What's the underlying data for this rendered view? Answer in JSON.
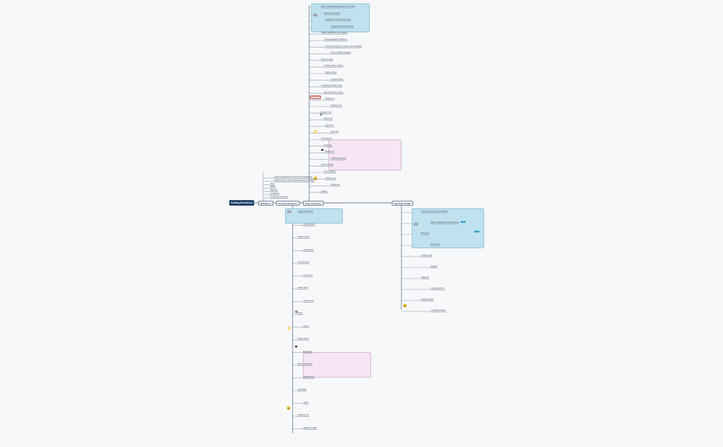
{
  "root": {
    "label": "Sorting Structures"
  },
  "l1": [
    {
      "id": "l1a",
      "label": "Definitions"
    },
    {
      "id": "l1b",
      "label": "Structure Elements"
    },
    {
      "id": "l1c",
      "label": "Array Structures"
    },
    {
      "id": "l1d",
      "label": "Algorithm Details"
    }
  ],
  "branch_def": [
    "Used to describe data structures and algorithms",
    "Data structures can be implemented in many ways",
    "Time",
    "Space",
    "Algorithm",
    "Complexity",
    "Comparison with array"
  ],
  "branch_top": [
    "Big-O notation describes growth of runtime",
    "Worst case scenario",
    "Depends on the size of the input",
    "Average case and best case",
    "Classify algorithms by complexity",
    "Compare algorithm efficiency",
    "Complexity classes: constant, linear, quadratic",
    "Use in algorithm analysis",
    "Memory usage",
    "Auxiliary space required",
    "Stable sorting",
    "In-place sorting",
    "Comparison based sorting",
    "Non-comparison sorting",
    "Bubble sort",
    "Selection sort",
    "Insertion sort",
    "Merge sort",
    "Quick sort",
    "Heap sort",
    "Counting sort",
    "Radix sort",
    "Bucket sort",
    "Divide and conquer",
    "Recursive calls",
    "Pivot selection",
    "Partition step",
    "Merge step",
    "Heapify"
  ],
  "branch_mid": [
    "Linked list structure",
    "Node structure",
    "Pointer to next",
    "Head pointer",
    "Insert at head",
    "Insert at tail",
    "Delete node",
    "Search node",
    "Stack",
    "Queue",
    "Priority queue",
    "Binary tree",
    "Binary search tree",
    "Balanced tree",
    "Hash table",
    "Graph",
    "Adjacency list",
    "Adjacency matrix"
  ],
  "branch_right": [
    "Time complexity of each algorithm",
    "Space complexity of each algorithm",
    "Best case",
    "Worst case",
    "Average case",
    "Stability",
    "Adaptivity",
    "Online algorithms",
    "Practical usage",
    "Comparison tables"
  ],
  "tag_label": "Key Points",
  "chips": [
    "Note",
    "Note"
  ]
}
